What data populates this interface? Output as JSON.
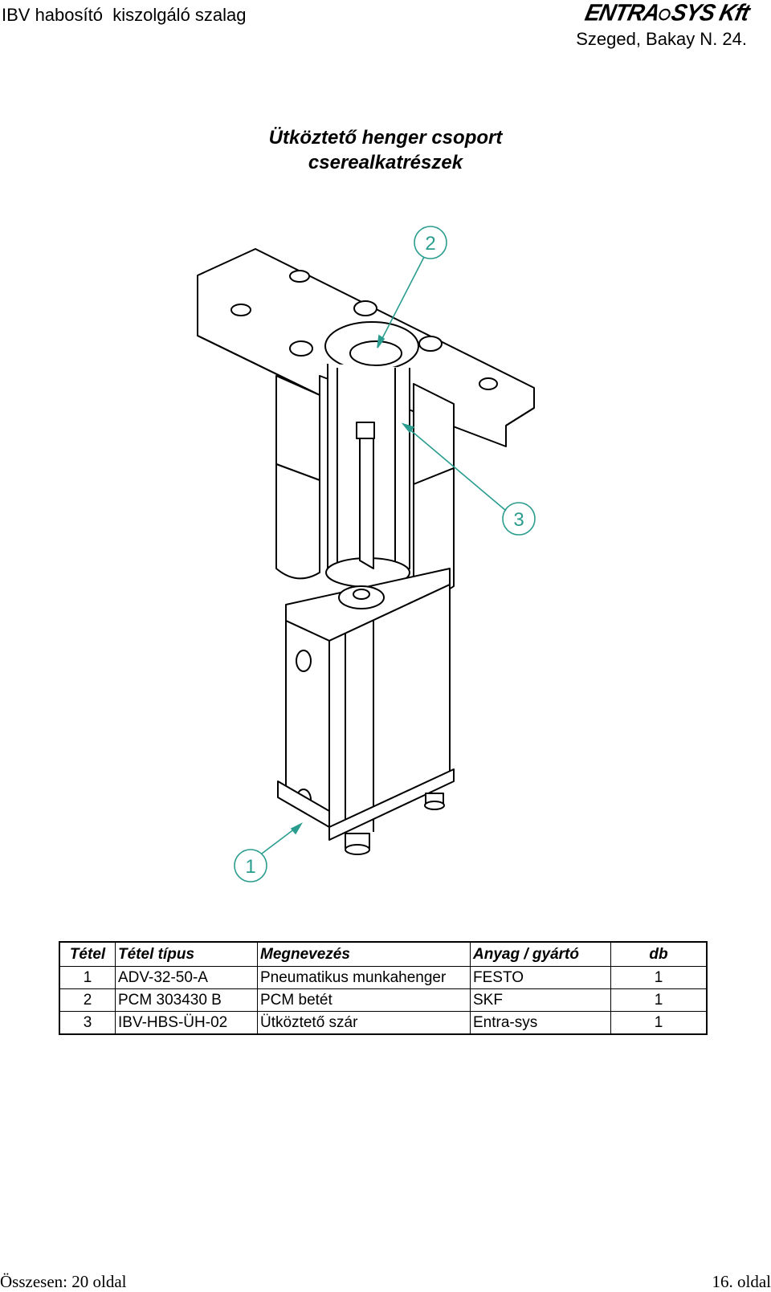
{
  "header": {
    "left": "IBV habosító  kiszolgáló szalag",
    "logo_a": "ENTRA",
    "logo_b": "SYS Kft",
    "address": "Szeged, Bakay N. 24."
  },
  "title": {
    "line1": "Ütköztető henger csoport",
    "line2": "cserealkatrészek"
  },
  "drawing": {
    "callouts": [
      "2",
      "3",
      "1"
    ]
  },
  "table": {
    "headers": [
      "Tétel",
      "Tétel típus",
      "Megnevezés",
      "Anyag / gyártó",
      "db"
    ],
    "rows": [
      [
        "1",
        "ADV-32-50-A",
        "Pneumatikus munkahenger",
        "FESTO",
        "1"
      ],
      [
        "2",
        "PCM 303430 B",
        "PCM betét",
        "SKF",
        "1"
      ],
      [
        "3",
        "IBV-HBS-ÜH-02",
        "Ütköztető szár",
        "Entra-sys",
        "1"
      ]
    ]
  },
  "footer": {
    "total": "Összesen:  20 oldal",
    "page": "16. oldal"
  },
  "colors": {
    "callout": "#2a9d8f",
    "line": "#000000"
  }
}
